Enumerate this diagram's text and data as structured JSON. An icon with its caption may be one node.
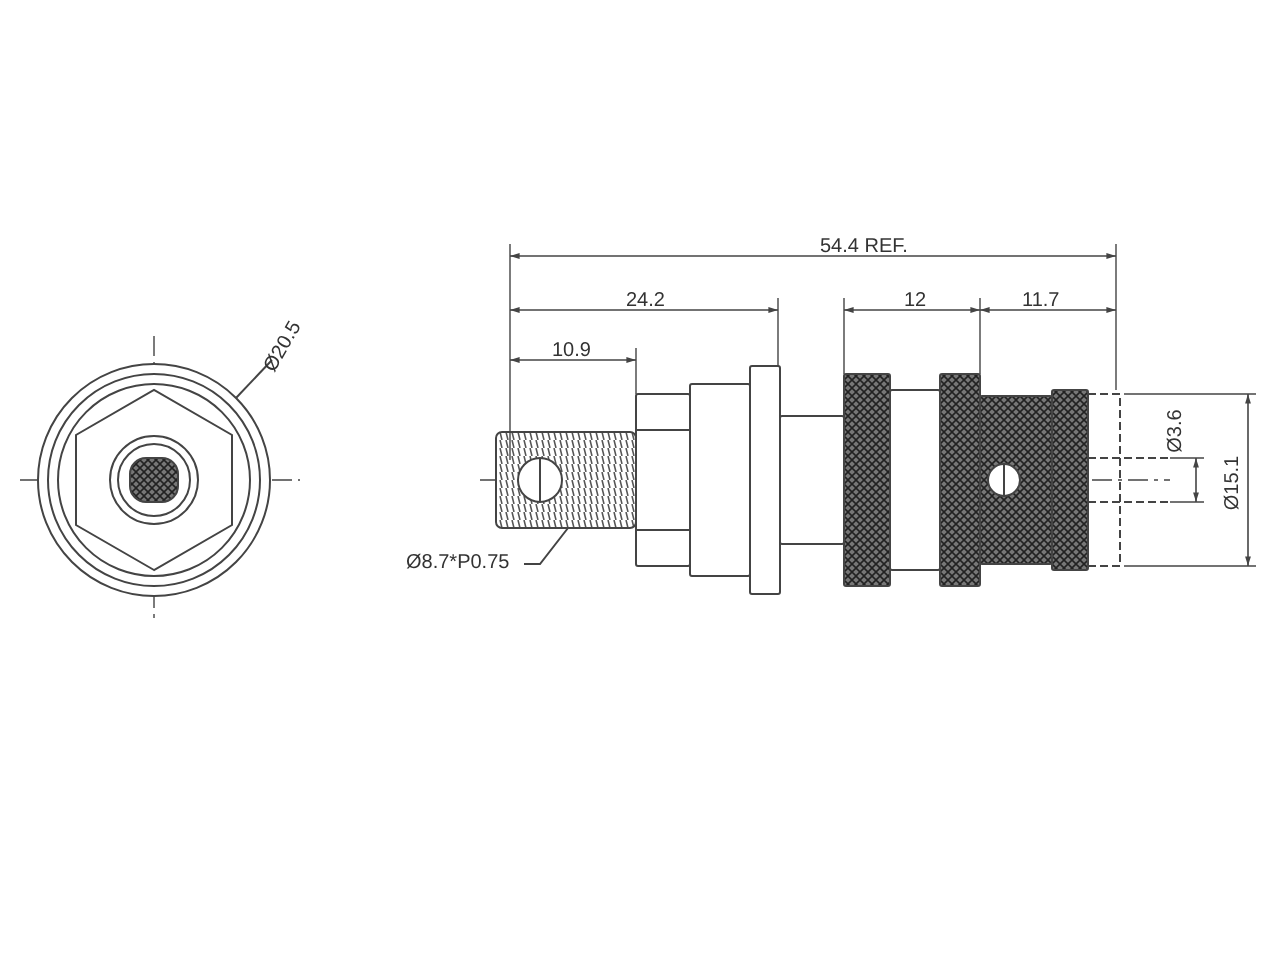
{
  "diagram": {
    "nodes": [
      {
        "text": [
          "Ø20.5"
        ]
      },
      {
        "text": [],
        "shape": "circle"
      },
      {
        "text": [
          "Ø8.7*P0.75"
        ]
      },
      {
        "text": [],
        "shape": "picture"
      }
    ],
    "edges": [
      {
        "from": 0,
        "to": 1,
        "arrow": "none"
      },
      {
        "from": 2,
        "to": 3,
        "arrow": "none"
      }
    ],
    "labels": [
      "54.4 REF.",
      "24.2",
      "10.9",
      "12",
      "11.7",
      "Ø3.6",
      "Ø15.1"
    ]
  }
}
